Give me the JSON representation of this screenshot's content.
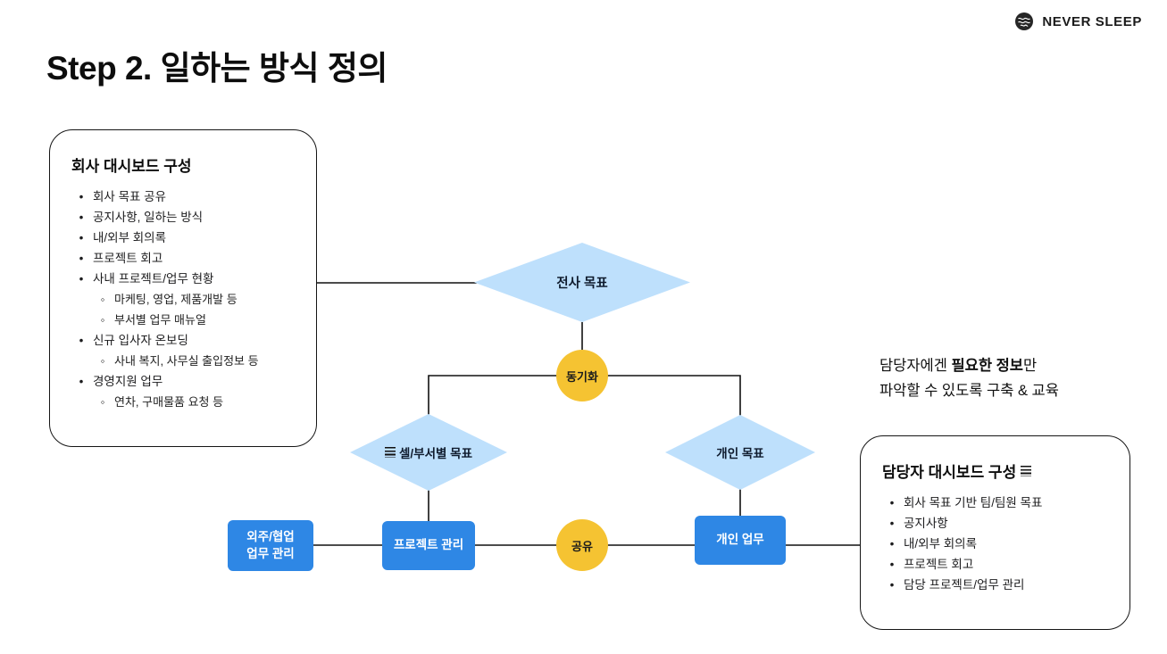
{
  "header": {
    "title": "Step 2. 일하는 방식 정의"
  },
  "logo": {
    "text": "NEVER SLEEP"
  },
  "left_box": {
    "title": "회사 대시보드 구성",
    "items": [
      {
        "label": "회사 목표 공유"
      },
      {
        "label": "공지사항, 일하는 방식"
      },
      {
        "label": "내/외부 회의록"
      },
      {
        "label": "프로젝트 회고"
      },
      {
        "label": "사내 프로젝트/업무 현황",
        "subs": [
          "마케팅, 영업, 제품개발 등",
          "부서별 업무 매뉴얼"
        ]
      },
      {
        "label": "신규 입사자 온보딩",
        "subs": [
          "사내 복지, 사무실 출입정보 등"
        ]
      },
      {
        "label": "경영지원 업무",
        "subs": [
          "연차, 구매물품 요청 등"
        ]
      }
    ]
  },
  "right_box": {
    "title": "담당자 대시보드 구성",
    "items": [
      {
        "label": "회사 목표 기반 팀/팀원 목표"
      },
      {
        "label": "공지사항"
      },
      {
        "label": "내/외부 회의록"
      },
      {
        "label": "프로젝트 회고"
      },
      {
        "label": "담당 프로젝트/업무 관리"
      }
    ]
  },
  "nodes": {
    "company_goal": "전사 목표",
    "sync": "동기화",
    "cell_goal": "셀/부서별 목표",
    "personal_goal": "개인 목표",
    "outsourcing_line1": "외주/협업",
    "outsourcing_line2": "업무 관리",
    "project_mgmt": "프로젝트 관리",
    "share": "공유",
    "personal_work": "개인 업무"
  },
  "annotation": {
    "line1_prefix": "담당자에겐 ",
    "line1_bold": "필요한 정보",
    "line1_suffix": "만",
    "line2": "파악할 수 있도록 구축 & 교육"
  },
  "colors": {
    "diamond_fill": "#BEE0FC",
    "circle_fill": "#F5C332",
    "rect_fill": "#2E87E5",
    "line": "#111111"
  }
}
